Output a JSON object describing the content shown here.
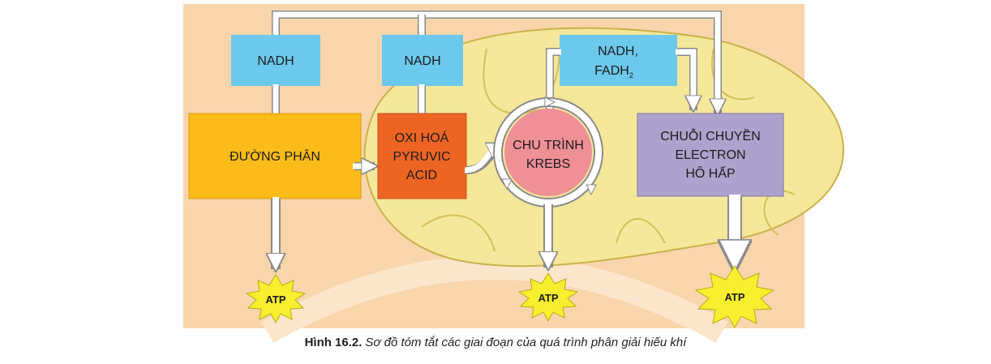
{
  "diagram": {
    "nadh_1": "NADH",
    "nadh_2": "NADH",
    "nadh_fadh": {
      "line1": "NADH,",
      "line2": "FADH",
      "subscript": "2"
    },
    "glycolysis": "ĐƯỜNG PHÂN",
    "pyruvate": [
      "OXI HOÁ",
      "PYRUVIC",
      "ACID"
    ],
    "krebs": [
      "CHU TRÌNH",
      "KREBS"
    ],
    "etc": [
      "CHUỖI CHUYỀN",
      "ELECTRON",
      "HÔ HẤP"
    ],
    "atp_1": "ATP",
    "atp_2": "ATP",
    "atp_3": "ATP"
  },
  "caption": {
    "label": "Hình 16.2.",
    "text": "Sơ đồ tóm tắt các giai đoạn của quá trình phân giải hiếu khí"
  },
  "colors": {
    "background": "#f9d5ac",
    "mitochondrion": "#f5e79a",
    "nadh_box": "#6cc8ec",
    "glycolysis": "#fbbc1a",
    "pyruvate": "#ee6523",
    "krebs": "#ef8f96",
    "etc": "#ada2cd",
    "atp": "#f7ef2e"
  }
}
